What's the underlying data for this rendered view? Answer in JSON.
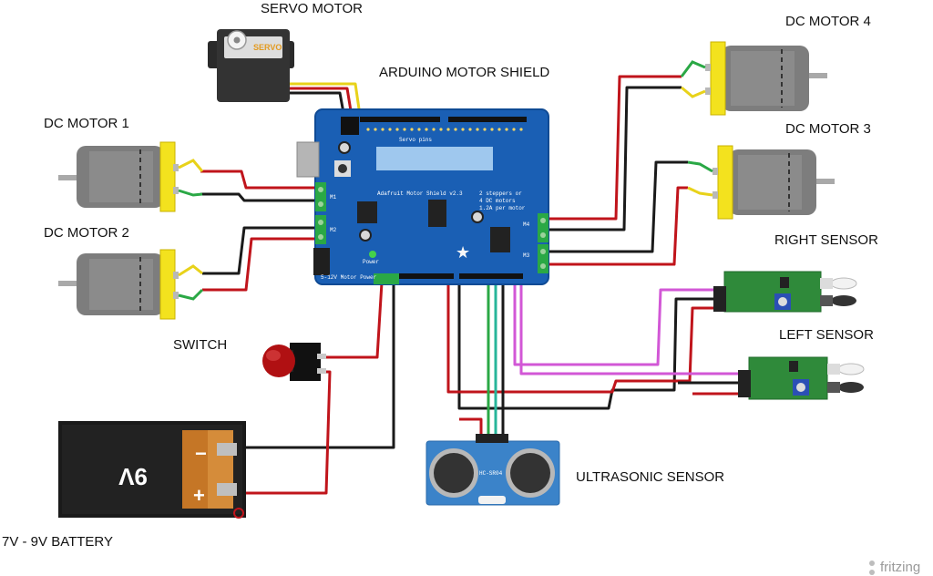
{
  "labels": {
    "servo_motor": "SERVO MOTOR",
    "arduino_motor_shield": "ARDUINO MOTOR SHIELD",
    "dc_motor_1": "DC MOTOR 1",
    "dc_motor_2": "DC MOTOR 2",
    "dc_motor_3": "DC MOTOR 3",
    "dc_motor_4": "DC MOTOR 4",
    "right_sensor": "RIGHT SENSOR",
    "left_sensor": "LEFT SENSOR",
    "switch": "SWITCH",
    "ultrasonic_sensor": "ULTRASONIC SENSOR",
    "battery": "7V - 9V BATTERY"
  },
  "battery": {
    "voltage_mark": "9V",
    "minus": "−",
    "plus": "+"
  },
  "servo_body_text": "SERVO",
  "shield_text": {
    "name": "Adafruit Motor Shield v2.3",
    "servo_pins": "Servo pins",
    "steppers": "2 steppers or",
    "dc_motors": "4 DC motors",
    "per_motor": "1.2A per motor",
    "power": "Power",
    "motor_power": "5-12V Motor Power",
    "m1": "M1",
    "m2": "M2",
    "m3": "M3",
    "m4": "M4"
  },
  "ultrasonic_text": "HC-SR04",
  "watermark": "fritzing",
  "colors": {
    "wire_red": "#c0141b",
    "wire_black": "#1a1a1a",
    "wire_yellow": "#e8d21a",
    "wire_green": "#2aa845",
    "wire_pink": "#d257d6",
    "wire_teal": "#27b59a",
    "shield_blue": "#1a5fb4",
    "sensor_green": "#2f8a3a",
    "motor_gray": "#7d7d7d",
    "motor_cap": "#f3e21e",
    "ultrasonic_blue": "#3b83c9"
  }
}
